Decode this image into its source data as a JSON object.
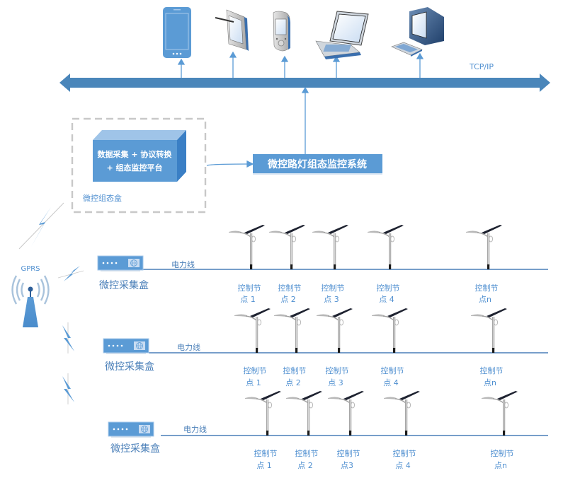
{
  "network": {
    "bus_label": "TCP/IP",
    "bus_color": "#4a86ba",
    "devices": [
      {
        "name": "smartphone"
      },
      {
        "name": "tablet"
      },
      {
        "name": "pda"
      },
      {
        "name": "laptop"
      },
      {
        "name": "desktop"
      }
    ]
  },
  "system": {
    "label": "微控路灯组态监控系统",
    "color": "#5b9bd5"
  },
  "config_box": {
    "outer_label": "微控组态盒",
    "inner_line1": "数据采集 + 协议转换",
    "inner_line2": "+ 组态监控平台"
  },
  "gprs": {
    "label": "GPRS"
  },
  "rows": [
    {
      "collector_label": "微控采集盒",
      "powerline_label": "电力线",
      "nodes": [
        {
          "line1": "控制节",
          "line2": "点 1"
        },
        {
          "line1": "控制节",
          "line2": "点 2"
        },
        {
          "line1": "控制节",
          "line2": "点 3"
        },
        {
          "line1": "控制节",
          "line2": "点 4"
        },
        {
          "line1": "控制节",
          "line2": "点n"
        }
      ]
    },
    {
      "collector_label": "微控采集盒",
      "powerline_label": "电力线",
      "nodes": [
        {
          "line1": "控制节",
          "line2": "点 1"
        },
        {
          "line1": "控制节",
          "line2": "点 2"
        },
        {
          "line1": "控制节",
          "line2": "点 3"
        },
        {
          "line1": "控制节",
          "line2": "点 4"
        },
        {
          "line1": "控制节",
          "line2": "点n"
        }
      ]
    },
    {
      "collector_label": "微控采集盒",
      "powerline_label": "电力线",
      "nodes": [
        {
          "line1": "控制节",
          "line2": "点 1"
        },
        {
          "line1": "控制节",
          "line2": "点 2"
        },
        {
          "line1": "控制节",
          "line2": "点3"
        },
        {
          "line1": "控制节",
          "line2": "点 4"
        },
        {
          "line1": "控制节",
          "line2": "点n"
        }
      ]
    }
  ]
}
